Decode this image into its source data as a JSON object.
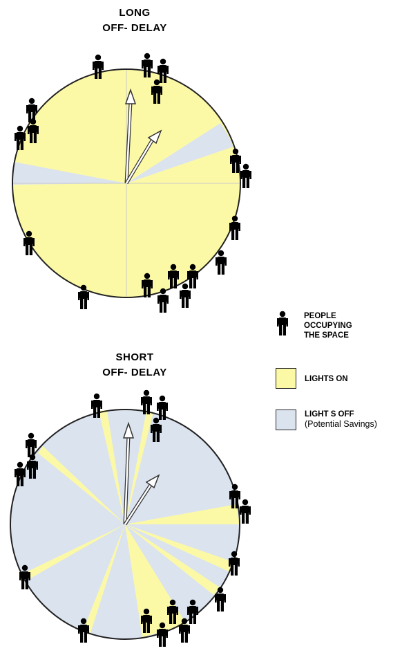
{
  "top_diagram": {
    "title_line1": "LONG",
    "title_line2": "OFF- DELAY"
  },
  "bottom_diagram": {
    "title_line1": "SHORT",
    "title_line2": "OFF- DELAY"
  },
  "legend": {
    "people": {
      "line1": "PEOPLE",
      "line2": "OCCUPYING",
      "line3": "THE SPACE",
      "icon": "person-icon"
    },
    "lights_on": {
      "label": "LIGHTS ON",
      "color": "#fcf9a6"
    },
    "lights_off": {
      "label": "LIGHT S OFF",
      "sublabel": "(Potential Savings)",
      "color": "#dbe3ef"
    }
  },
  "colors": {
    "lights_on": "#fcf9a6",
    "lights_off": "#dbe3ef",
    "outline": "#222222"
  }
}
